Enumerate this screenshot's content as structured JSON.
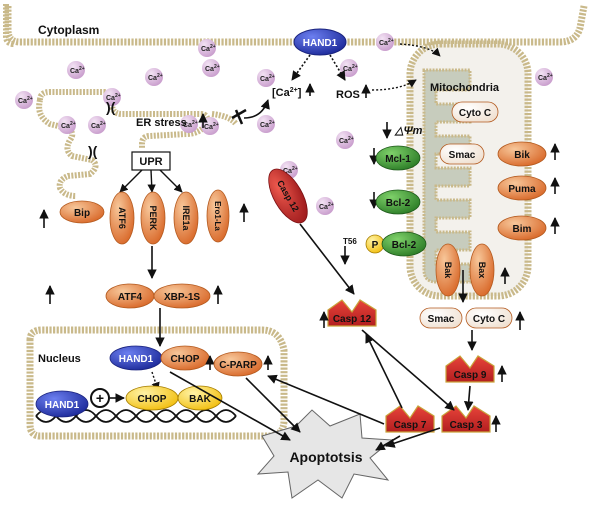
{
  "compartments": {
    "cytoplasm": "Cytoplasm",
    "mitochondria": "Mitochondria",
    "nucleus": "Nucleus"
  },
  "labels": {
    "hand1_top": "HAND1",
    "ca_bracket_prefix": "[Ca",
    "ca_bracket_sup": "2+",
    "ca_bracket_suffix": "]",
    "ros": "ROS",
    "er_stress": "ER stress",
    "upr": "UPR",
    "delta_psi": "△Ψm",
    "t56": "T56",
    "p": "P",
    "apoptosis": "Apoptotsis",
    "ion": "Ca",
    "ion_sup": "2+",
    "plus": "+"
  },
  "proteins": {
    "bip": "Bip",
    "atf6": "ATF6",
    "perk": "PERK",
    "ire1a": "IRE1a",
    "ero1la": "Ero1-La",
    "casp12_er": "Casp 12",
    "atf4": "ATF4",
    "xbp1s": "XBP-1S",
    "hand1_nuc": "HAND1",
    "chop_nuc": "CHOP",
    "cparp": "C-PARP",
    "hand1_dna": "HAND1",
    "chop_dna": "CHOP",
    "bak_dna": "BAK",
    "cytoc_mito": "Cyto C",
    "smac_mito": "Smac",
    "bik": "Bik",
    "puma": "Puma",
    "bim": "Bim",
    "mcl1": "Mcl-1",
    "bcl2": "Bcl-2",
    "bcl2p": "Bcl-2",
    "bak_mito": "Bak",
    "bax_mito": "Bax",
    "smac_out": "Smac",
    "cytoc_out": "Cyto C",
    "casp12_out": "Casp 12",
    "casp9": "Casp 9",
    "casp7": "Casp 7",
    "casp3": "Casp 3"
  },
  "colors": {
    "membrane": "#c9b98a",
    "mito_matrix": "#c7ccbd",
    "orange": "#e9853c",
    "green": "#3e9a37",
    "blue": "#2a3fbf",
    "red": "#c8262a",
    "ion_fill": "#d9b3dd"
  }
}
